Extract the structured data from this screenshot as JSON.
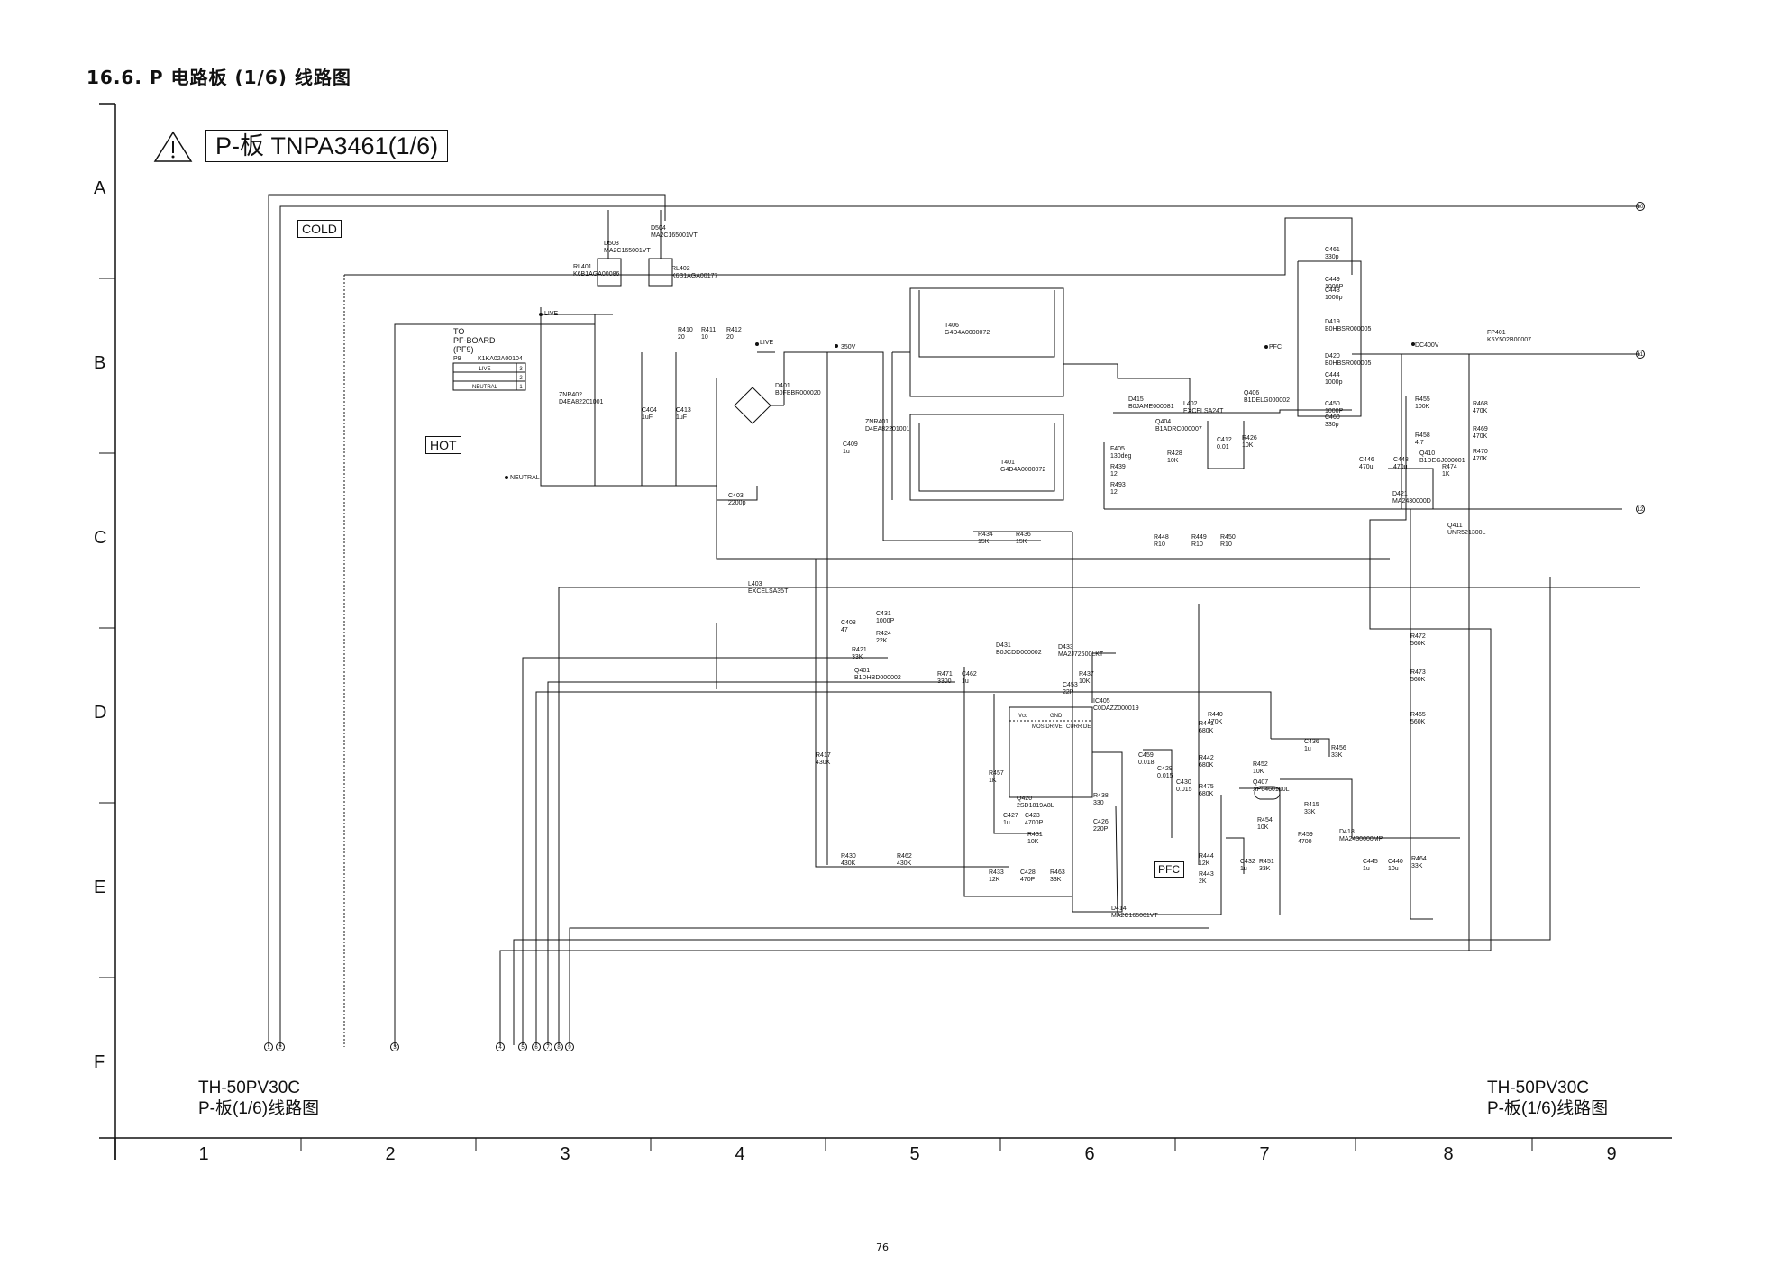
{
  "page": {
    "heading": "16.6. P 电路板 (1/6) 线路图",
    "board_title": "P-板 TNPA3461(1/6)",
    "page_number": "76"
  },
  "grid": {
    "rows": [
      "A",
      "B",
      "C",
      "D",
      "E",
      "F"
    ],
    "columns": [
      "1",
      "2",
      "3",
      "4",
      "5",
      "6",
      "7",
      "8",
      "9"
    ]
  },
  "labels": {
    "cold": "COLD",
    "hot": "HOT",
    "pfc": "PFC",
    "to_pf_board": [
      "TO",
      "PF-BOARD",
      "(PF9)"
    ],
    "connector": {
      "name": "P9",
      "part": "K1KA02A00104",
      "pins": [
        "LIVE",
        "--",
        "NEUTRAL"
      ],
      "numbers": [
        "3",
        "2",
        "1"
      ]
    },
    "live": "LIVE",
    "neutral": "NEUTRAL",
    "v350": "350V",
    "pfc_node": "PFC",
    "dc400": "DC400V"
  },
  "footer": {
    "left_model": "TH-50PV30C",
    "left_caption": "P-板(1/6)线路图",
    "right_model": "TH-50PV30C",
    "right_caption": "P-板(1/6)线路图"
  },
  "components": [
    {
      "ref": "D503",
      "value": "MA2C165001VT"
    },
    {
      "ref": "D504",
      "value": "MA2C165001VT"
    },
    {
      "ref": "RL401",
      "value": "K6B1AGA00086"
    },
    {
      "ref": "RL402",
      "value": "K6B1AGA00177"
    },
    {
      "ref": "R410",
      "value": "20"
    },
    {
      "ref": "R411",
      "value": "10"
    },
    {
      "ref": "R412",
      "value": "20"
    },
    {
      "ref": "ZNR402",
      "value": "D4EA82201001"
    },
    {
      "ref": "C404",
      "value": "1uF"
    },
    {
      "ref": "C413",
      "value": "1uF"
    },
    {
      "ref": "D401",
      "value": "B0FBBR000020"
    },
    {
      "ref": "C403",
      "value": "2200p"
    },
    {
      "ref": "C409",
      "value": "1u"
    },
    {
      "ref": "ZNR401",
      "value": "D4EA82201001"
    },
    {
      "ref": "T406",
      "value": "G4D4A0000072"
    },
    {
      "ref": "T401",
      "value": "G4D4A0000072"
    },
    {
      "ref": "R434",
      "value": "15K"
    },
    {
      "ref": "R436",
      "value": "15K"
    },
    {
      "ref": "D415",
      "value": "B0JAME000081"
    },
    {
      "ref": "L402",
      "value": "EXCELSA24T"
    },
    {
      "ref": "Q404",
      "value": "B1ADRC000007"
    },
    {
      "ref": "Q406",
      "value": "B1DELG000002"
    },
    {
      "ref": "C412",
      "value": "0.01"
    },
    {
      "ref": "R426",
      "value": "10K"
    },
    {
      "ref": "R428",
      "value": "10K"
    },
    {
      "ref": "F405",
      "value": "130deg"
    },
    {
      "ref": "R439",
      "value": "12"
    },
    {
      "ref": "R493",
      "value": "12"
    },
    {
      "ref": "R448",
      "value": "R10"
    },
    {
      "ref": "R449",
      "value": "R10"
    },
    {
      "ref": "R450",
      "value": "R10"
    },
    {
      "ref": "C461",
      "value": "330p"
    },
    {
      "ref": "C449",
      "value": "1000P"
    },
    {
      "ref": "C443",
      "value": "1000p"
    },
    {
      "ref": "D419",
      "value": "B0HBSR000005"
    },
    {
      "ref": "D420",
      "value": "B0HBSR000005"
    },
    {
      "ref": "C444",
      "value": "1000p"
    },
    {
      "ref": "C450",
      "value": "1000P"
    },
    {
      "ref": "C460",
      "value": "330p"
    },
    {
      "ref": "C446",
      "value": "470u"
    },
    {
      "ref": "C448",
      "value": "470u"
    },
    {
      "ref": "R455",
      "value": "100K"
    },
    {
      "ref": "R458",
      "value": "4.7"
    },
    {
      "ref": "Q410",
      "value": "B1DEGJ000001"
    },
    {
      "ref": "D421",
      "value": "MA2430000D"
    },
    {
      "ref": "R474",
      "value": "1K"
    },
    {
      "ref": "Q411",
      "value": "UNR521300L"
    },
    {
      "ref": "FP401",
      "value": "K5Y502B00007"
    },
    {
      "ref": "R468",
      "value": "470K"
    },
    {
      "ref": "R469",
      "value": "470K"
    },
    {
      "ref": "R470",
      "value": "470K"
    },
    {
      "ref": "L403",
      "value": "EXCELSA35T"
    },
    {
      "ref": "C408",
      "value": "47"
    },
    {
      "ref": "C431",
      "value": "1000P"
    },
    {
      "ref": "R424",
      "value": "22K"
    },
    {
      "ref": "R421",
      "value": "33K"
    },
    {
      "ref": "Q401",
      "value": "B1DHBD000002"
    },
    {
      "ref": "R471",
      "value": "3300"
    },
    {
      "ref": "C462",
      "value": "1u"
    },
    {
      "ref": "D431",
      "value": "B0JCDD000002"
    },
    {
      "ref": "D433",
      "value": "MA2J72600LKT"
    },
    {
      "ref": "R437",
      "value": "10K"
    },
    {
      "ref": "C453",
      "value": "22P"
    },
    {
      "ref": "IC405",
      "value": "C0DAZZ000019"
    },
    {
      "ref": "R417",
      "value": "430K"
    },
    {
      "ref": "R457",
      "value": "1K"
    },
    {
      "ref": "Q420",
      "value": "2SD1819A8L"
    },
    {
      "ref": "C427",
      "value": "1u"
    },
    {
      "ref": "C423",
      "value": "4700P"
    },
    {
      "ref": "R431",
      "value": "10K"
    },
    {
      "ref": "R438",
      "value": "330"
    },
    {
      "ref": "C426",
      "value": "220P"
    },
    {
      "ref": "R430",
      "value": "430K"
    },
    {
      "ref": "R462",
      "value": "430K"
    },
    {
      "ref": "R433",
      "value": "12K"
    },
    {
      "ref": "C428",
      "value": "470P"
    },
    {
      "ref": "R463",
      "value": "33K"
    },
    {
      "ref": "C459",
      "value": "0.018"
    },
    {
      "ref": "C429",
      "value": "0.015"
    },
    {
      "ref": "C430",
      "value": "0.015"
    },
    {
      "ref": "R440",
      "value": "470K"
    },
    {
      "ref": "R441",
      "value": "680K"
    },
    {
      "ref": "R442",
      "value": "680K"
    },
    {
      "ref": "R475",
      "value": "680K"
    },
    {
      "ref": "R444",
      "value": "12K"
    },
    {
      "ref": "R443",
      "value": "2K"
    },
    {
      "ref": "D414",
      "value": "MA2C165001VT"
    },
    {
      "ref": "R472",
      "value": "560K"
    },
    {
      "ref": "R473",
      "value": "560K"
    },
    {
      "ref": "R465",
      "value": "560K"
    },
    {
      "ref": "C436",
      "value": "1u"
    },
    {
      "ref": "R456",
      "value": "33K"
    },
    {
      "ref": "R452",
      "value": "10K"
    },
    {
      "ref": "Q407",
      "value": "XP0460100L"
    },
    {
      "ref": "R415",
      "value": "33K"
    },
    {
      "ref": "R454",
      "value": "10K"
    },
    {
      "ref": "R459",
      "value": "4700"
    },
    {
      "ref": "D418",
      "value": "MA2430000MP"
    },
    {
      "ref": "C432",
      "value": "1u"
    },
    {
      "ref": "R451",
      "value": "33K"
    },
    {
      "ref": "C445",
      "value": "1u"
    },
    {
      "ref": "C440",
      "value": "10u"
    },
    {
      "ref": "R464",
      "value": "33K"
    }
  ],
  "ic_blocks": [
    "Vcc",
    "GND",
    "MOS DRIVE",
    "CURR DET"
  ],
  "off_page": {
    "right": [
      "10",
      "11",
      "12"
    ],
    "bottom": [
      "1",
      "2",
      "3",
      "4",
      "5",
      "6",
      "7",
      "8",
      "9"
    ]
  }
}
